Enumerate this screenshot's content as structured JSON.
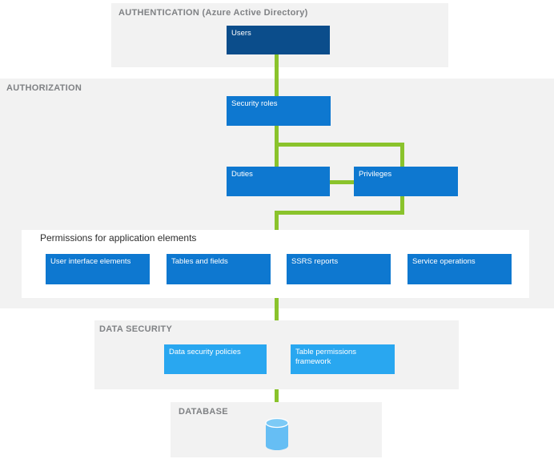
{
  "colors": {
    "section_bg": "#f2f2f2",
    "section_label": "#7f8184",
    "dark_blue": "#0b4d8b",
    "blue": "#0e78d0",
    "light_blue": "#29a7f0",
    "green": "#8ac32c",
    "panel_bg": "#ffffff",
    "panel_title": "#2d2d2d",
    "cylinder_body": "#66bef4",
    "cylinder_top": "#7ccaf6"
  },
  "sections": {
    "authentication": {
      "label": "AUTHENTICATION (Azure Active Directory)",
      "users_box": "Users"
    },
    "authorization": {
      "label": "AUTHORIZATION",
      "security_roles_box": "Security roles",
      "duties_box": "Duties",
      "privileges_box": "Privileges",
      "permissions": {
        "title": "Permissions for application elements",
        "items": [
          {
            "label": "User interface elements"
          },
          {
            "label": "Tables and fields"
          },
          {
            "label": "SSRS reports"
          },
          {
            "label": "Service operations"
          }
        ]
      }
    },
    "data_security": {
      "label": "DATA SECURITY",
      "policies_box": "Data security policies",
      "table_permissions_box": "Table permissions framework"
    },
    "database": {
      "label": "DATABASE",
      "icon": "database-cylinder-icon"
    }
  }
}
